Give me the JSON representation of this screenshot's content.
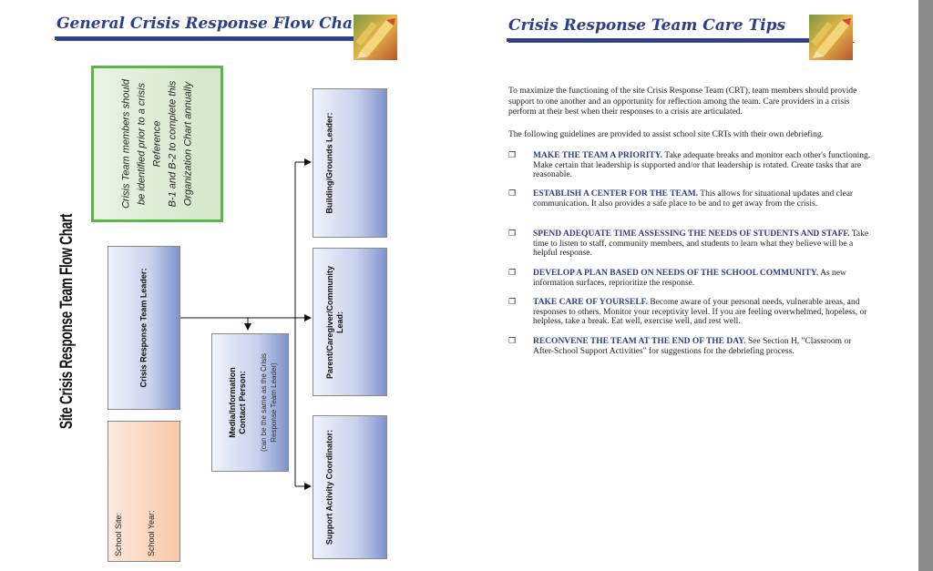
{
  "left_page": {
    "title": "General Crisis Response Flow Chart",
    "side_title": "Site Crisis Response Team Flow Chart",
    "note_lines": [
      "Crisis Team members should",
      "be identified prior to a crisis",
      "Reference",
      "B-1 and B-2 to complete this",
      "Organization Chart annually"
    ],
    "site_box": {
      "school_site": "School Site:",
      "school_year": "School Year:"
    },
    "leader_label": "Crisis Response Team Leader:",
    "media_label": [
      "Media/Information",
      "Contact Person:"
    ],
    "media_note": [
      "(can be the same as the Crisis",
      "Response Team Leader)"
    ],
    "building_label": "Building/Grounds Leader:",
    "parent_label": [
      "Parent/Caregiver/Community",
      "Lead:"
    ],
    "support_label": "Support Activity Coordinator:"
  },
  "right_page": {
    "title": "Crisis Response Team Care Tips",
    "intro": "To maximize the functioning of the site Crisis Response Team (CRT), team members should provide support to one another and an opportunity for reflection among the team. Care providers in a crisis perform at their best when their responses to a crisis are articulated.",
    "lead": "The following guidelines are provided to assist school site CRTs with their own debriefing.",
    "checkbox_glyph": "❒",
    "tips": [
      {
        "heading": "MAKE THE TEAM A PRIORITY.",
        "text": " Take adequate breaks and monitor each other's functioning. Make certain that leadership is supported and/or that leadership is rotated. Create tasks that are reasonable."
      },
      {
        "heading": "ESTABLISH A CENTER FOR THE TEAM.",
        "text": " This allows for situational updates and clear communication. It also provides a safe place to be and to get away from the crisis."
      },
      {
        "heading": "SPEND ADEQUATE TIME ASSESSING THE NEEDS OF STUDENTS AND STAFF.",
        "text": " Take time to listen to staff, community members, and students to learn what they believe will be a helpful response."
      },
      {
        "heading": "DEVELOP A PLAN BASED ON NEEDS OF THE SCHOOL COMMUNITY.",
        "text": " As new information surfaces, reprioritize the response."
      },
      {
        "heading": "TAKE CARE OF YOURSELF.",
        "text": " Become aware of your personal needs, vulnerable areas, and responses to others. Monitor your receptivity level. If you are feeling overwhelmed, hopeless, or helpless, take a break. Eat well, exercise well, and rest well."
      },
      {
        "heading": "RECONVENE THE TEAM AT THE END OF THE DAY.",
        "text": " See Section H, \"Classroom or After-School Support Activities\" for suggestions for the debriefing process."
      }
    ]
  },
  "colors": {
    "title_blue": "#2c3e8e",
    "note_green": "#5cb54a",
    "box_blue": "#7f93cc",
    "box_orange": "#f7c9a8"
  },
  "icons": [
    "pencil-logo-icon",
    "arrow-right-icon",
    "arrow-down-icon"
  ]
}
